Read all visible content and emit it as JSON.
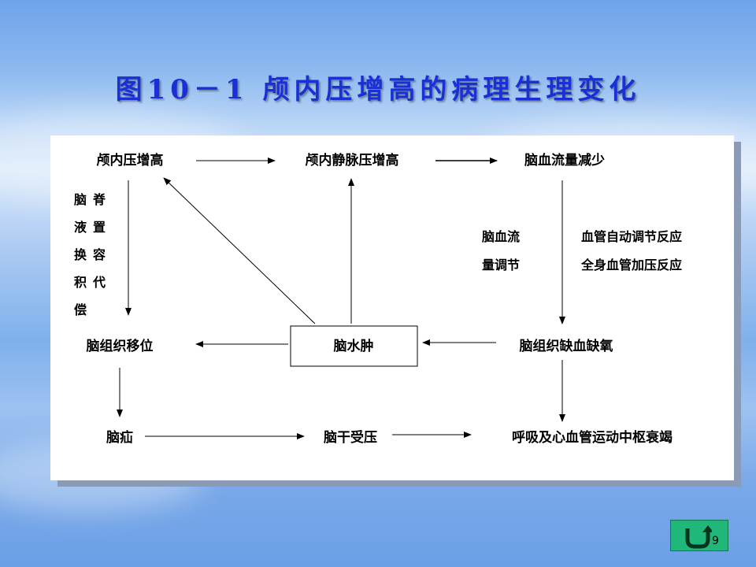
{
  "title": "图10－1  颅内压增高的病理生理变化",
  "nodes": {
    "icp_increase": "颅内压增高",
    "venous_pressure": "颅内静脉压增高",
    "cbf_decrease": "脑血流量减少",
    "brain_shift": "脑组织移位",
    "edema": "脑水肿",
    "ischemia": "脑组织缺血缺氧",
    "hernia": "脑疝",
    "brainstem": "脑干受压",
    "failure": "呼吸及心血管运动中枢衰竭"
  },
  "labels": {
    "csf_col1": [
      "脑",
      "液",
      "换",
      "积",
      "偿"
    ],
    "csf_col2": [
      "脊",
      "置",
      "容",
      "代"
    ],
    "cbf_reg_line1": "脑血流",
    "cbf_reg_line2": "量调节",
    "reflex_line1": "血管自动调节反应",
    "reflex_line2": "全身血管加压反应"
  },
  "page_number": "9",
  "colors": {
    "title": "#1a2fd6",
    "nav_button": "#1fb87a"
  },
  "icons": {
    "nav": "return-arrow-icon"
  }
}
